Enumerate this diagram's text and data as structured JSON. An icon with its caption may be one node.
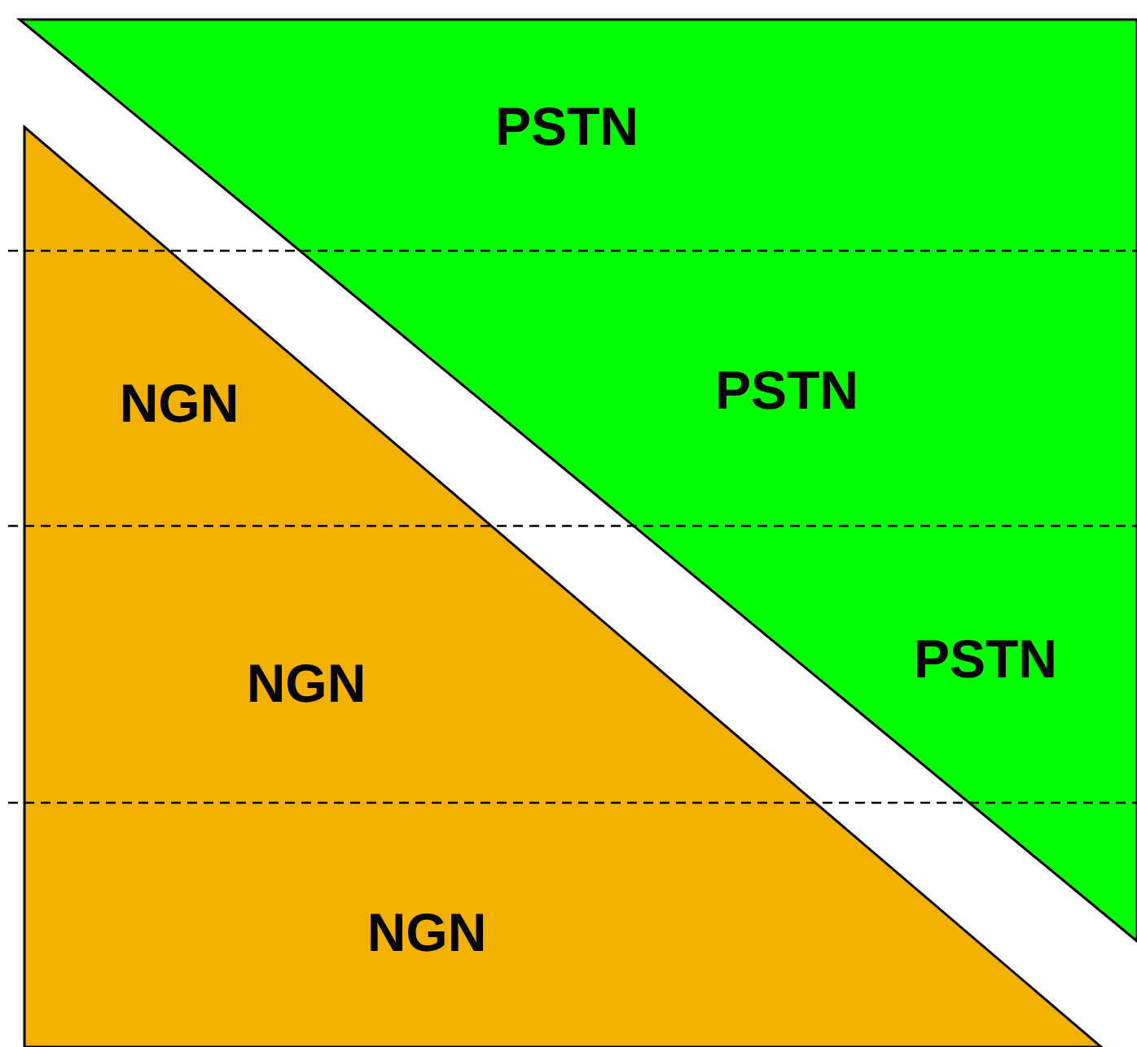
{
  "diagram": {
    "nodes": [
      {
        "text": [
          "PSTN",
          "PSTN",
          "PSTN"
        ]
      },
      {
        "text": [
          "NGN",
          "NGN",
          "NGN"
        ]
      }
    ]
  }
}
